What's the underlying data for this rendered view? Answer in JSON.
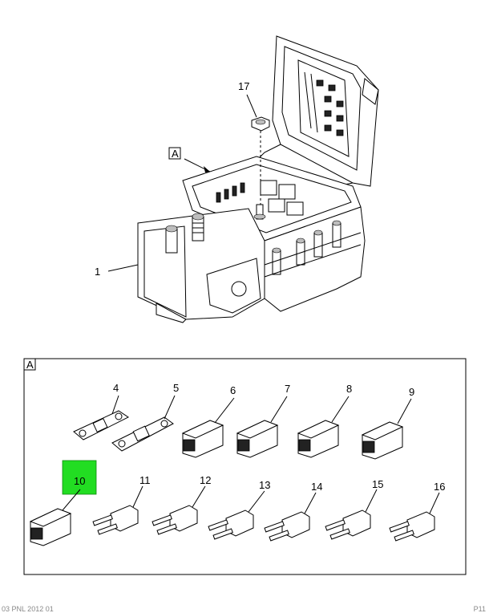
{
  "callouts": {
    "c1": "1",
    "c4": "4",
    "c5": "5",
    "c6": "6",
    "c7": "7",
    "c8": "8",
    "c9": "9",
    "c10": "10",
    "c11": "11",
    "c12": "12",
    "c13": "13",
    "c14": "14",
    "c15": "15",
    "c16": "16",
    "c17": "17"
  },
  "detail_label": "A",
  "detail_box_label": "A",
  "highlight_color": "#22dd22",
  "footer_left": "03 PNL 2012 01",
  "footer_right": "P11"
}
